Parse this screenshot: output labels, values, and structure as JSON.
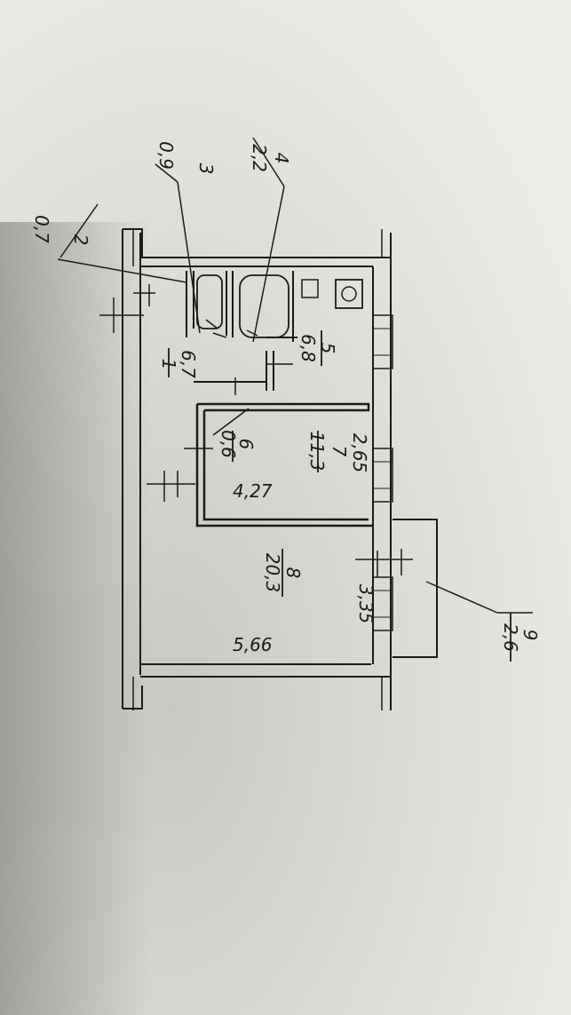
{
  "plan": {
    "colors": {
      "ink": "#1b1b1b",
      "paper": "#ebe9e4"
    },
    "rooms": [
      {
        "id": "1",
        "number": "1",
        "area": "6,7"
      },
      {
        "id": "2",
        "number": "2",
        "area": "0,7"
      },
      {
        "id": "3",
        "number": "3",
        "area": "0,9"
      },
      {
        "id": "4",
        "number": "4",
        "area": "2,2"
      },
      {
        "id": "5",
        "number": "5",
        "area": "6,8"
      },
      {
        "id": "6",
        "number": "6",
        "area": "0,6"
      },
      {
        "id": "7",
        "number": "7",
        "area": "11,3"
      },
      {
        "id": "8",
        "number": "8",
        "area": "20,3"
      },
      {
        "id": "9",
        "number": "9",
        "area": "2,6"
      }
    ],
    "dimensions": [
      "2,65",
      "4,27",
      "3,35",
      "5,66"
    ]
  }
}
